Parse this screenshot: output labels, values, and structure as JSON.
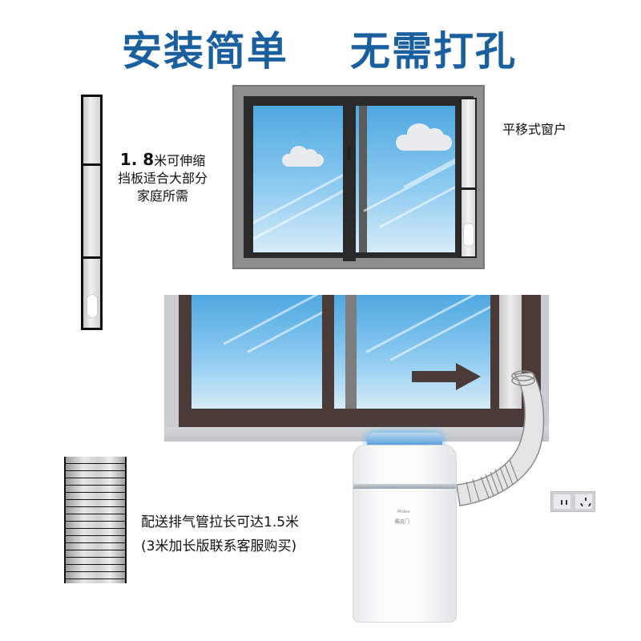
{
  "headline": {
    "left": "安装简单",
    "right": "无需打孔",
    "color": "#1a5f9e"
  },
  "panel_caption": {
    "number": "1. 8",
    "line1_rest": "米可伸缩",
    "line2": "挡板适合大部分",
    "line3": "家庭所需"
  },
  "window_type_label": "平移式窗户",
  "arrow": {
    "direction": "right",
    "color": "#4b3b38"
  },
  "product": {
    "brand_logo": "Midea",
    "model_text": "酷克门",
    "accent_color": "#3a8fd6"
  },
  "hose_caption": {
    "line1": "配送排气管拉长可达1.5米",
    "line2": "(3米加长版联系客服购买)"
  },
  "icons": {
    "extendable_panel": "window-panel-icon",
    "sliding_window": "sliding-window-icon",
    "exhaust_hose": "exhaust-hose-icon",
    "power_outlet": "power-outlet-icon"
  }
}
